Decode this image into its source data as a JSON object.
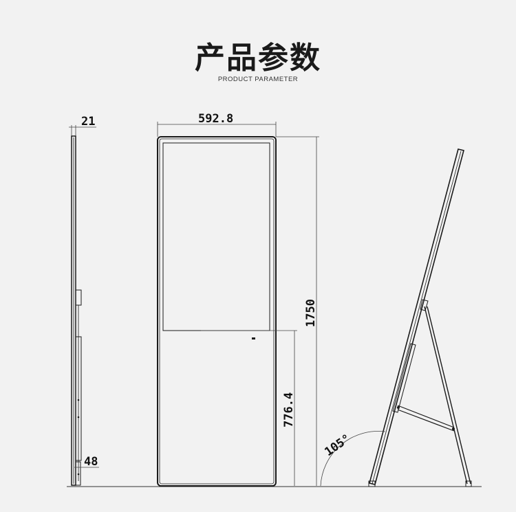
{
  "header": {
    "title": "产品参数",
    "subtitle": "PRODUCT PARAMETER"
  },
  "dimensions": {
    "thickness_top": "21",
    "thickness_bottom": "48",
    "width": "592.8",
    "height": "1750",
    "screen_bottom_height": "776.4",
    "stand_angle": "105°"
  },
  "colors": {
    "background": "#f2f2f2",
    "line": "#1a1a1a",
    "dim_line": "#444444"
  }
}
